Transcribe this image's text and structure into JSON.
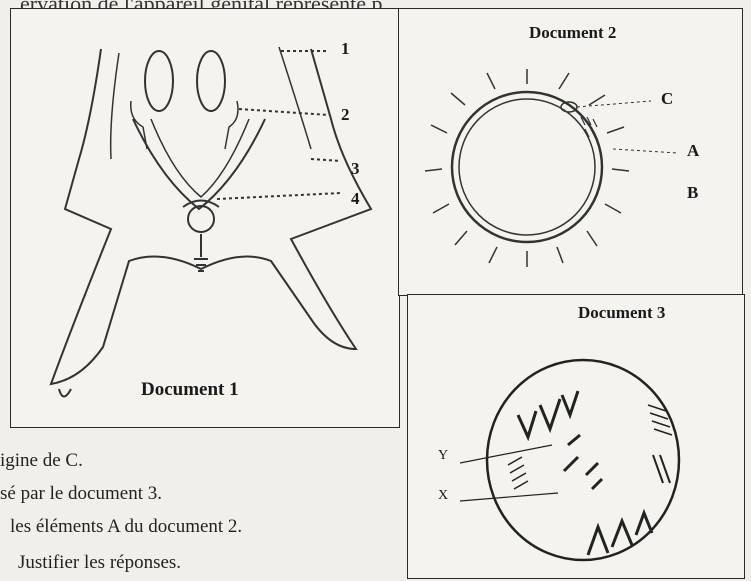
{
  "header_fragment": "ervation de l'appareil génital représenté p",
  "doc1": {
    "title": "Document 1",
    "labels": [
      "1",
      "2",
      "3",
      "4"
    ]
  },
  "doc2": {
    "title": "Document 2",
    "labels": {
      "c": "C",
      "a": "A",
      "b": "B"
    }
  },
  "doc3": {
    "title": "Document 3",
    "labels": {
      "y": "Y",
      "x": "X"
    }
  },
  "questions": [
    "igine de C.",
    "sé par le document 3.",
    "les éléments A  du document 2.",
    "Justifier les réponses."
  ]
}
